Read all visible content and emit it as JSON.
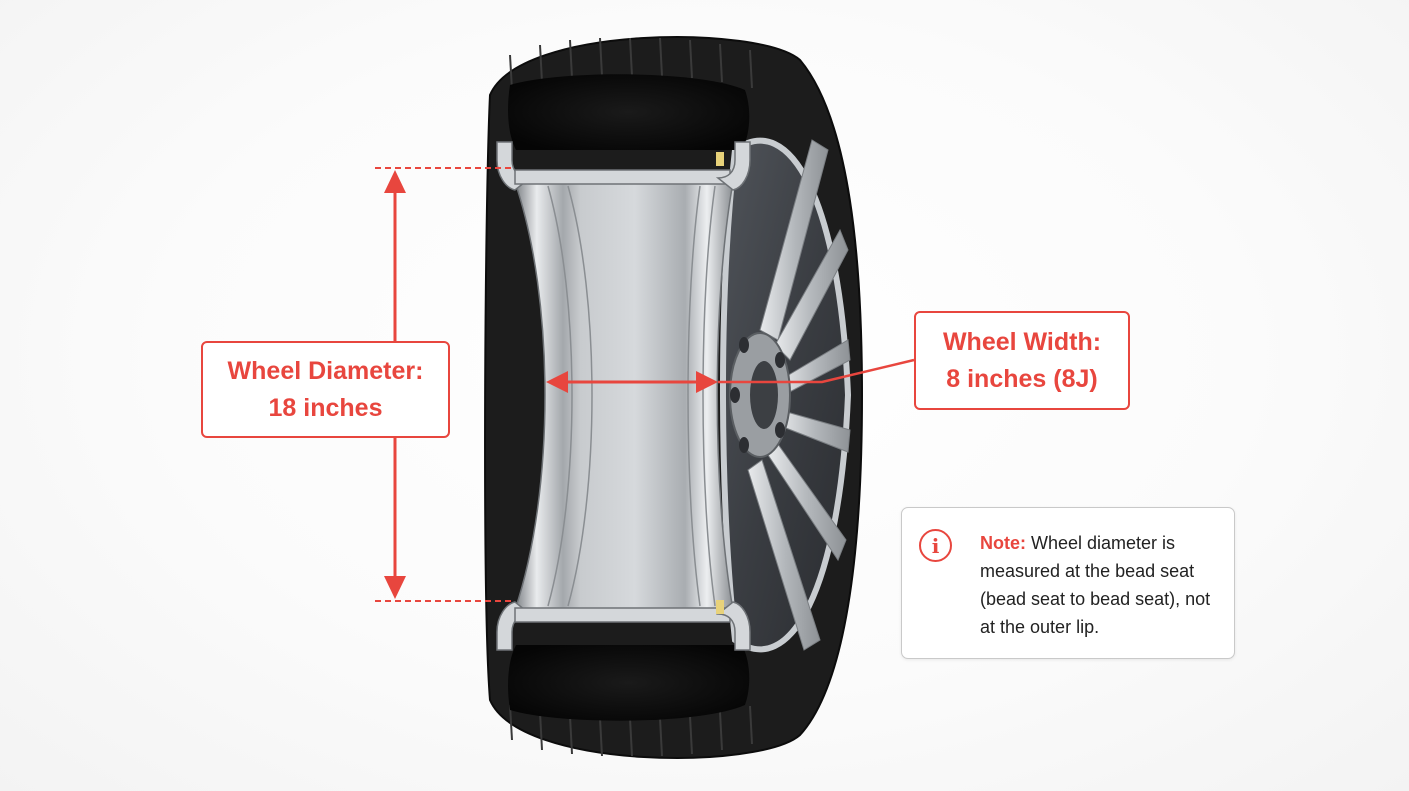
{
  "colors": {
    "accent": "#e8463e",
    "tire": "#1c1c1c",
    "rim_silver": "#b8bcc0",
    "background": "#ffffff"
  },
  "annotations": {
    "diameter": {
      "label": "Wheel Diameter:",
      "value": "18 inches"
    },
    "width": {
      "label": "Wheel Width:",
      "value": "8 inches (8J)"
    }
  },
  "note": {
    "icon": "info-icon",
    "label": "Note:",
    "text": " Wheel diameter is measured at the bead seat (bead seat to bead seat), not at the outer lip."
  }
}
